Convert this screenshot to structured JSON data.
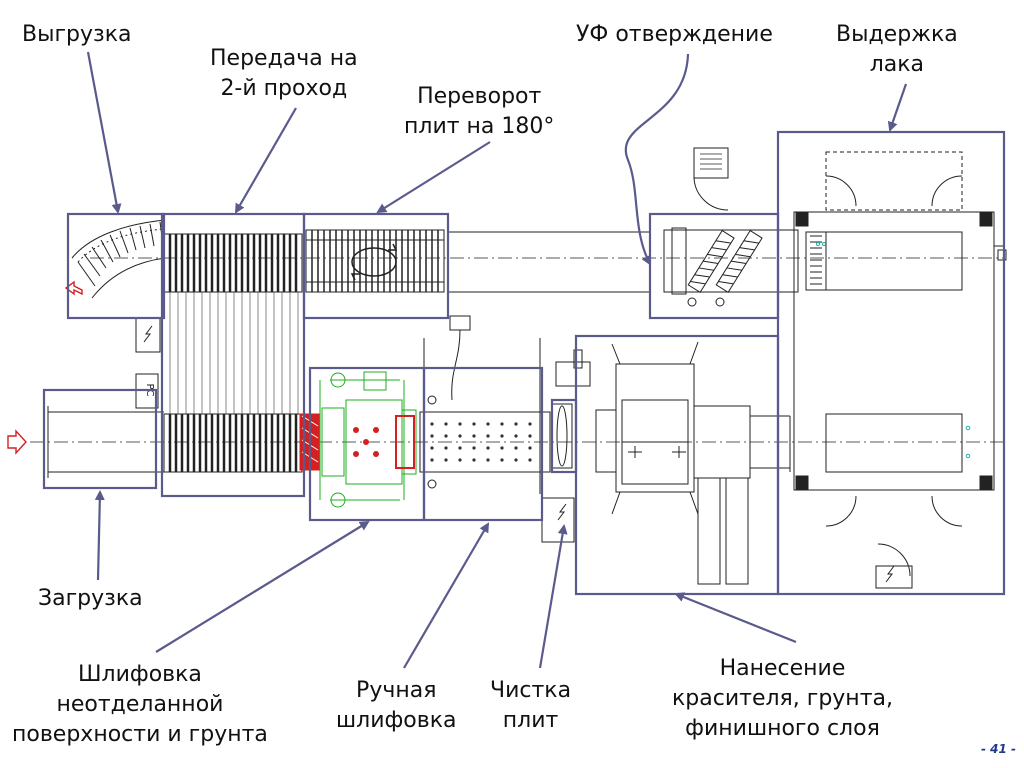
{
  "labels": {
    "unloading": "Выгрузка",
    "transfer": "Передача на\n2-й проход",
    "flip": "Переворот\nплит на 180°",
    "uv": "УФ отверждение",
    "curing": "Выдержка\nлака",
    "loading": "Загрузка",
    "sanding": "Шлифовка\nнеотделанной\nповерхности и грунта",
    "manual": "Ручная\nшлифовка",
    "cleaning": "Чистка\nплит",
    "coating": "Нанесение\nкрасителя, грунта,\nфинишного слоя"
  },
  "panel_codes": {
    "pc": "PC"
  },
  "page_number": "- 41 -",
  "colors": {
    "zone_frame": "#5a5a8c",
    "arrow": "#5a5a8c",
    "drawing": "#222222",
    "sanding_red": "#d42020",
    "sanding_green": "#1fae1f",
    "flow_arrow": "#d42020",
    "sensor": "#20b2aa",
    "page_number": "#1f3a8a"
  }
}
